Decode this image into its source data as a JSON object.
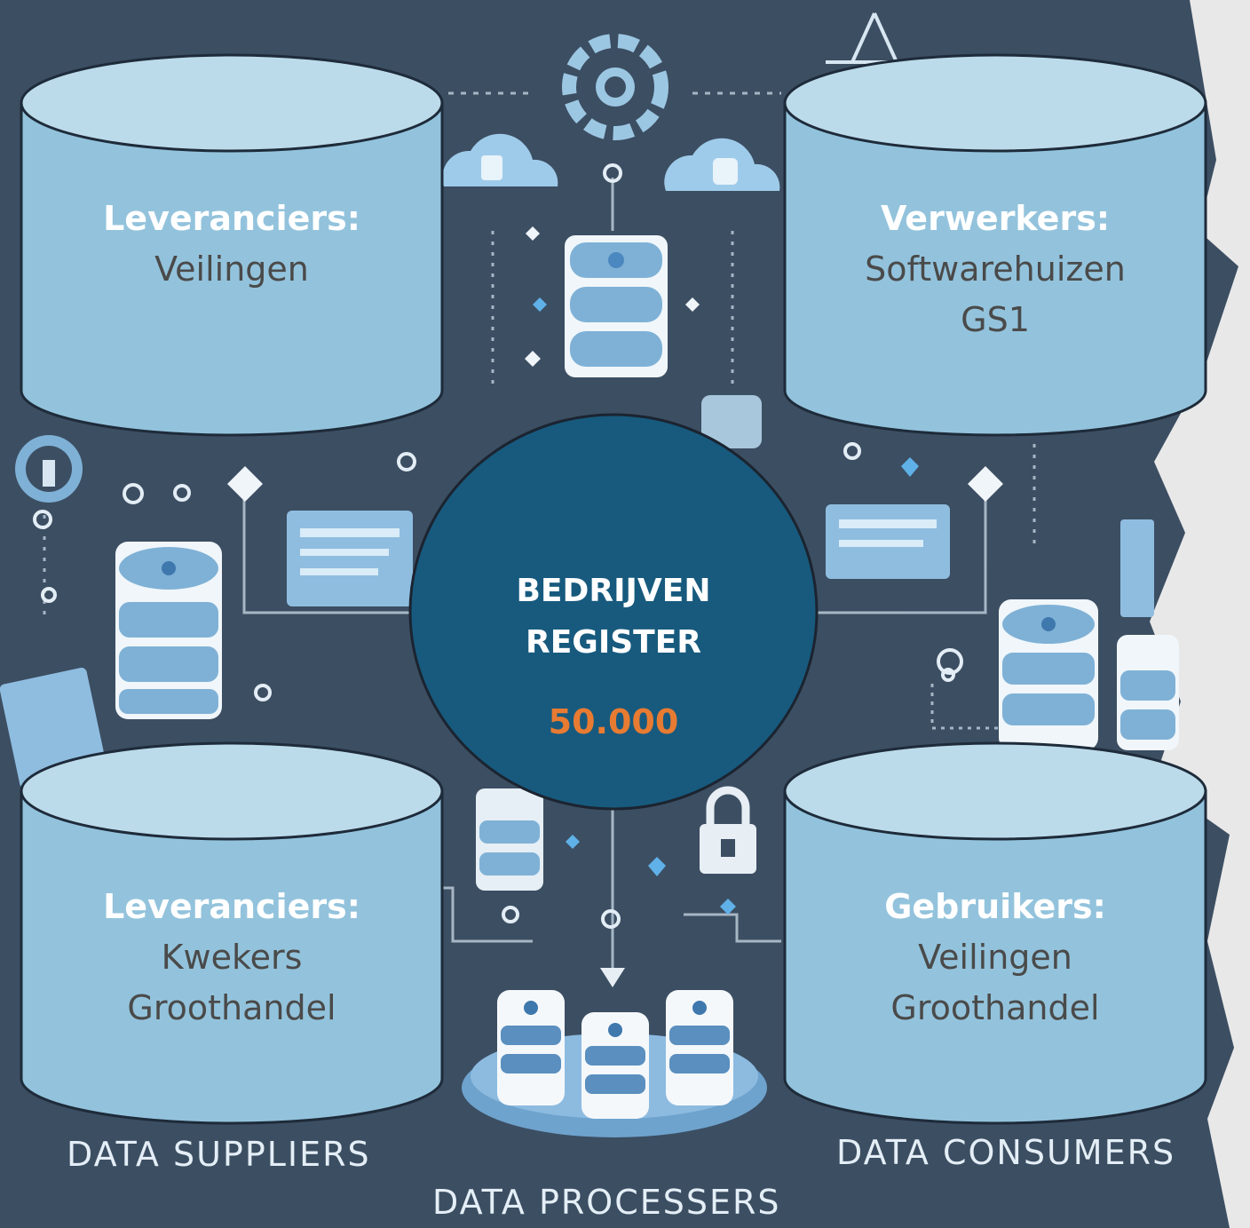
{
  "center": {
    "title_line1": "BEDRIJVEN",
    "title_line2": "REGISTER",
    "count": "50.000"
  },
  "boxes": {
    "top_left": {
      "heading": "Leveranciers:",
      "lines": [
        "Veilingen"
      ]
    },
    "top_right": {
      "heading": "Verwerkers:",
      "lines": [
        "Softwarehuizen",
        "GS1"
      ]
    },
    "bottom_left": {
      "heading": "Leveranciers:",
      "lines": [
        "Kwekers",
        "Groothandel"
      ]
    },
    "bottom_right": {
      "heading": "Gebruikers:",
      "lines": [
        "Veilingen",
        "Groothandel"
      ]
    }
  },
  "footer": {
    "suppliers": "DATA SUPPLIERS",
    "consumers": "DATA CONSUMERS",
    "processers": "DATA PROCESSERS"
  },
  "colors": {
    "background": "#3c4e62",
    "cylinder_body": "#93c3dc",
    "cylinder_top": "#bcdbea",
    "center_circle": "#175a7e",
    "accent": "#e87b32"
  }
}
